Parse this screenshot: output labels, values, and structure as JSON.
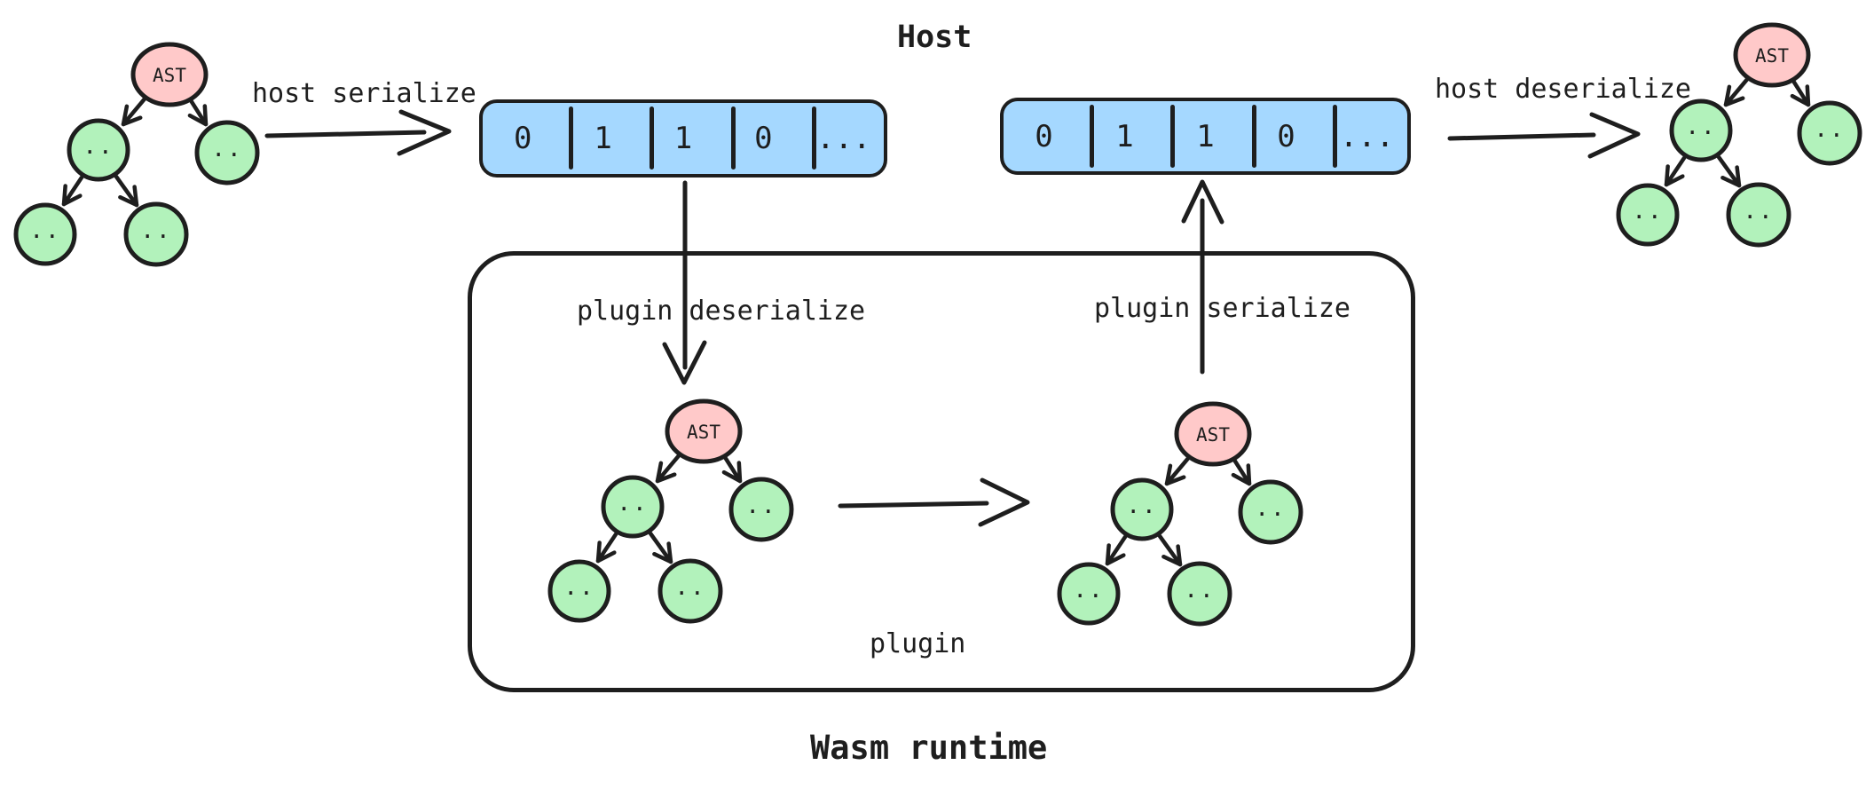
{
  "title": "Host",
  "wasm_runtime_label": "Wasm runtime",
  "plugin_box": {
    "label": "plugin"
  },
  "arrows": {
    "host_serialize": "host serialize",
    "host_deserialize": "host deserialize",
    "plugin_deserialize": "plugin deserialize",
    "plugin_serialize": "plugin serialize"
  },
  "tree": {
    "root_label": "AST",
    "node_label": ".."
  },
  "byte_arrays": {
    "host_serialized": {
      "cells": [
        "0",
        "1",
        "1",
        "0",
        "..."
      ]
    },
    "plugin_serialized": {
      "cells": [
        "0",
        "1",
        "1",
        "0",
        "..."
      ]
    }
  },
  "colors": {
    "stroke": "#1e1e1e",
    "ast_root_fill": "#ffc9c9",
    "tree_node_fill": "#b2f2bb",
    "byte_array_fill": "#a5d8ff",
    "background": "#ffffff"
  }
}
